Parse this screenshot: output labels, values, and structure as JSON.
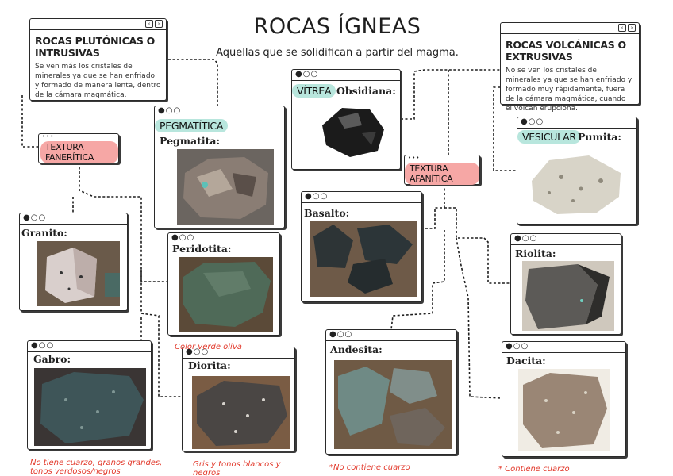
{
  "title": "ROCAS ÍGNEAS",
  "subtitle": "Aquellas que se solidifican a partir del magma.",
  "plutonic": {
    "heading": "ROCAS PLUTÓNICAS O INTRUSIVAS",
    "text": "Se ven más los cristales de minerales ya que se han enfriado y formado de manera lenta, dentro de la cámara magmática."
  },
  "volcanic": {
    "heading": "ROCAS VOLCÁNICAS O EXTRUSIVAS",
    "text": "No se ven los cristales de minerales ya que se han enfriado y formado muy rápidamente, fuera de la cámara magmática, cuando el volcán erupciona."
  },
  "tags": {
    "faneritica": "TEXTURA FANERÍTICA",
    "afanitica": "TEXTURA AFANÍTICA",
    "pegmatitica": "PEGMATÍTICA",
    "vitrea": "VÍTREA",
    "vesicular": "VESICULAR"
  },
  "rocks": {
    "pegmatita": "Pegmatita:",
    "obsidiana": "Obsidiana:",
    "pumita": "Pumita:",
    "granito": "Granito:",
    "peridotita": "Peridotita:",
    "basalto": "Basalto:",
    "riolita": "Riolita:",
    "gabro": "Gabro:",
    "diorita": "Diorita:",
    "andesita": "Andesita:",
    "dacita": "Dacita:"
  },
  "notes": {
    "peridotita": "Color verde oliva",
    "gabro": "No tiene cuarzo, granos grandes, tonos verdosos/negros",
    "diorita": "Gris y tonos blancos y negros",
    "andesita": "*No contiene cuarzo",
    "dacita": "* Contiene cuarzo"
  },
  "colors": {
    "teal_highlight": "#b8e6dd",
    "pink_highlight": "#f6a7a5",
    "annotation_red": "#e23a2c"
  }
}
